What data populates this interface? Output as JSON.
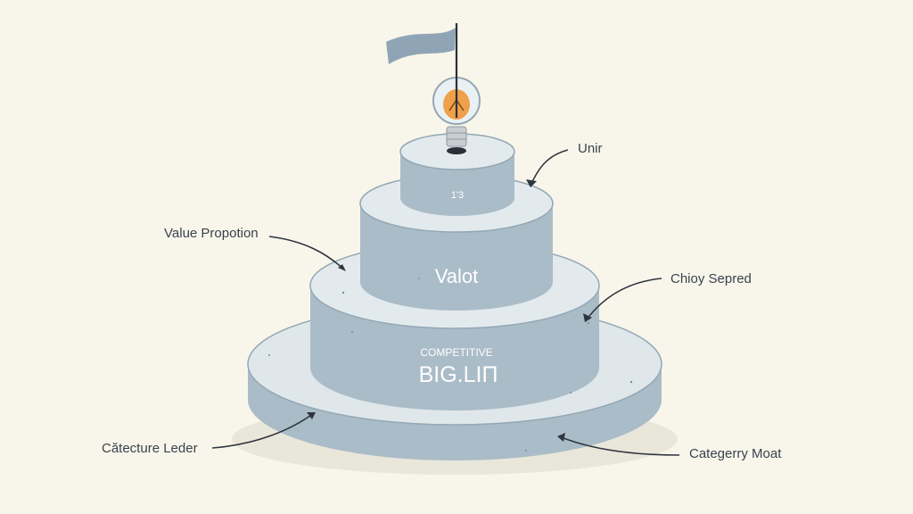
{
  "colors": {
    "background": "#f8f6ea",
    "tier_side": "#aabcc8",
    "tier_top": "#dfe7eb",
    "tier_edge": "#93a7b4",
    "flag": "#8fa5b5",
    "bulb_glow": "#f0a04a",
    "label_text": "#3a4250",
    "arrow": "#2f3540"
  },
  "icons": {
    "flag": "flag-icon",
    "bulb": "lightbulb-icon"
  },
  "tiers": {
    "top_label": "1'3",
    "middle_label": "Valot",
    "lower_kicker": "COMPETITIVE",
    "lower_label": "BIG.LIП"
  },
  "callouts": {
    "top_right": "Unir",
    "left_upper": "Value Propotion",
    "right_middle": "Chioy Sepred",
    "left_lower": "Cătecture Leder",
    "right_lower": "Categerry Moat"
  }
}
